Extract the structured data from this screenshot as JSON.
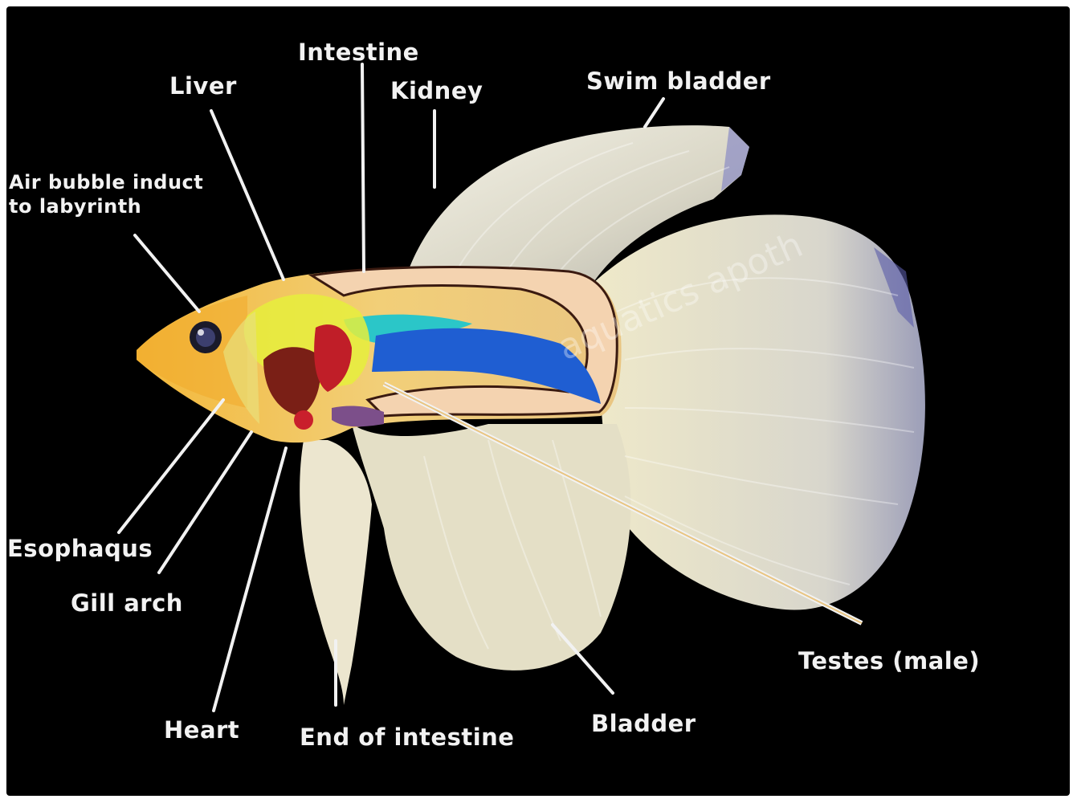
{
  "labels": {
    "intestine": "Intestine",
    "liver": "Liver",
    "kidney": "Kidney",
    "swim_bladder": "Swim bladder",
    "air_bubble_line1": "Air bubble induct",
    "air_bubble_line2": "to labyrinth",
    "esophagus": "Esophaqus",
    "gill_arch": "Gill arch",
    "heart": "Heart",
    "end_of_intestine": "End of intestine",
    "bladder": "Bladder",
    "testes": "Testes (male)"
  },
  "watermark": "aquatics apoth",
  "colors": {
    "background": "#000000",
    "fin": "#e6e3d2",
    "body": "#f1c36a",
    "intestine_outline": "#f2cfa9",
    "kidney": "#22c7c9",
    "swim_bladder": "#1d5fd1",
    "liver": "#e8ef3a",
    "heart": "#b81d24",
    "label_text": "#f2f2f2"
  },
  "icons": [
    "fish-anatomy-illustration"
  ]
}
